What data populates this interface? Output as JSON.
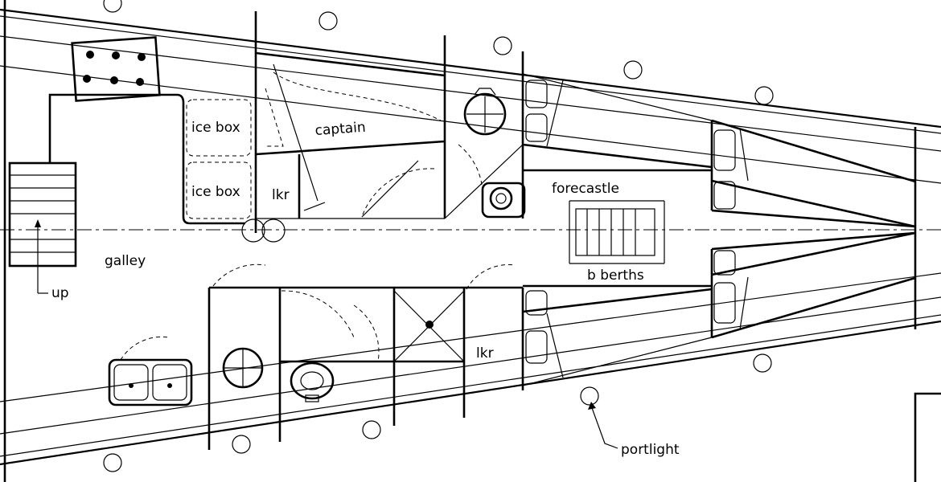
{
  "labels": {
    "ice_box_1": "ice box",
    "ice_box_2": "ice box",
    "captain": "captain",
    "lkr_1": "lkr",
    "lkr_2": "lkr",
    "forecastle": "forecastle",
    "berths": "b berths",
    "galley": "galley",
    "up": "up",
    "portlight": "portlight"
  }
}
